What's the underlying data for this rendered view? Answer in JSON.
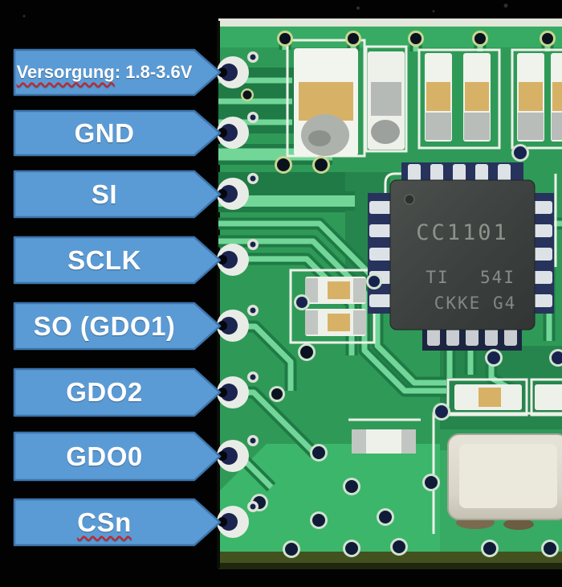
{
  "pins": [
    {
      "name": "supply",
      "parts": [
        {
          "text": "Versorgung",
          "wavy": true
        },
        {
          "text": ": 1.8-3.6V",
          "wavy": false
        }
      ],
      "small": true
    },
    {
      "name": "gnd",
      "parts": [
        {
          "text": "GND",
          "wavy": false
        }
      ]
    },
    {
      "name": "si",
      "parts": [
        {
          "text": "SI",
          "wavy": false
        }
      ]
    },
    {
      "name": "sclk",
      "parts": [
        {
          "text": "SCLK",
          "wavy": false
        }
      ]
    },
    {
      "name": "so-gdo1",
      "parts": [
        {
          "text": "SO (GDO1)",
          "wavy": false
        }
      ]
    },
    {
      "name": "gdo2",
      "parts": [
        {
          "text": "GDO2",
          "wavy": false
        }
      ]
    },
    {
      "name": "gdo0",
      "parts": [
        {
          "text": "GDO0",
          "wavy": false
        }
      ]
    },
    {
      "name": "csn",
      "parts": [
        {
          "text": "CSn",
          "wavy": true
        }
      ]
    }
  ],
  "pcb": {
    "chip": {
      "part_number": "CC1101",
      "manufacturer": "TI",
      "date_code": "54I",
      "lot_code": "CKKE G4"
    }
  },
  "annotation_style": {
    "arrow_fill": "#5b9bd5",
    "arrow_border": "#3d74ab",
    "text_color": "#ffffff",
    "spellcheck_underline": "#cc2222"
  },
  "photo_palette": {
    "background": "#020202",
    "board_green": "#2f9a57",
    "pour_green": "#3cb66a",
    "trace_green": "#72d698",
    "silkscreen": "#edf1e8"
  }
}
